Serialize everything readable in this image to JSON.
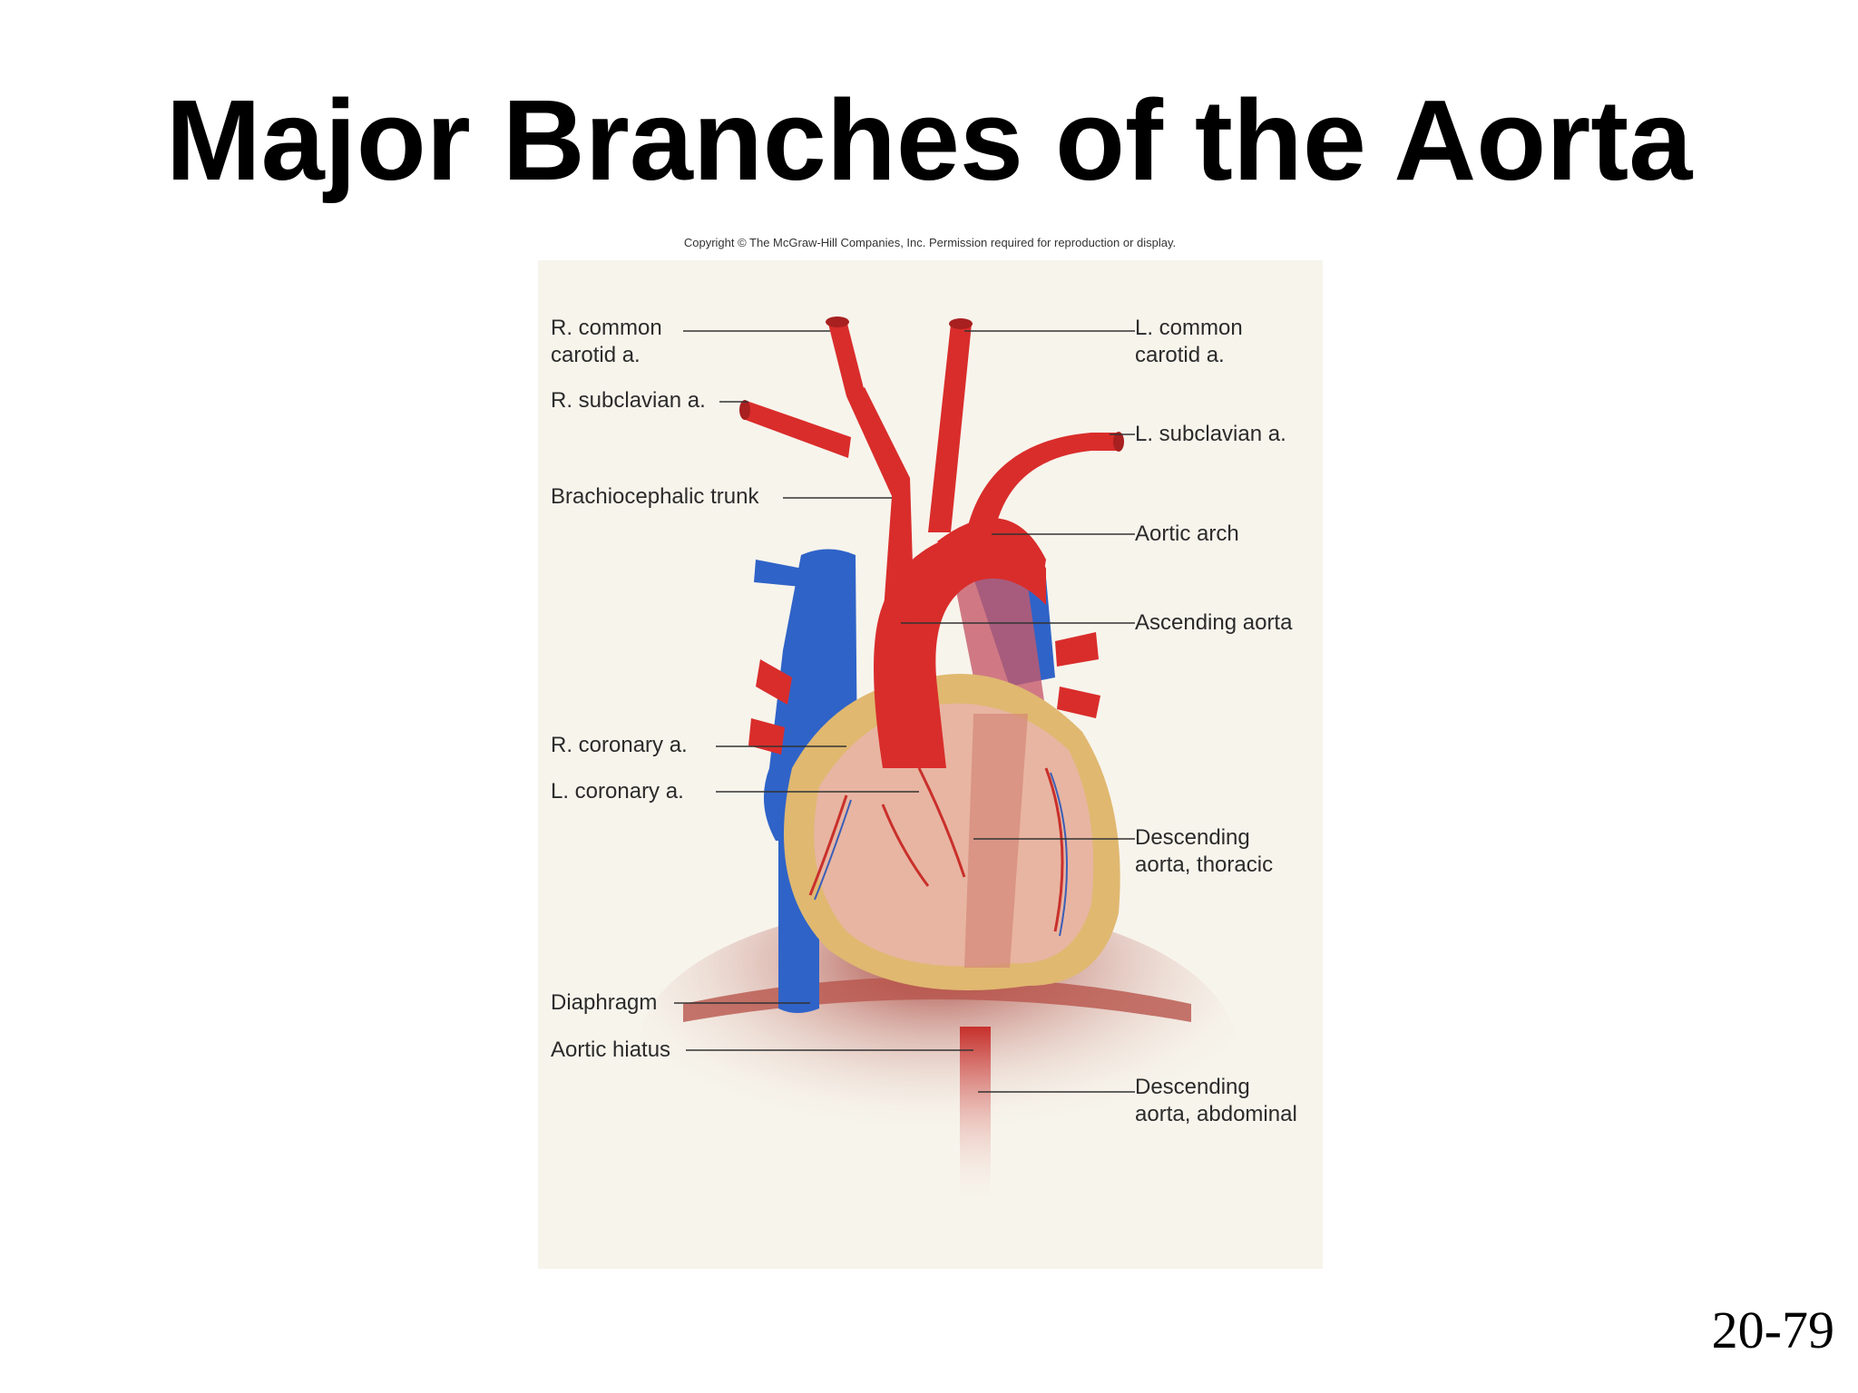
{
  "slide": {
    "title": "Major Branches of the Aorta",
    "copyright": "Copyright © The McGraw-Hill Companies, Inc. Permission required for reproduction or display.",
    "page_number": "20-79"
  },
  "labels": {
    "r_common_carotid": "R. common\ncarotid a.",
    "r_subclavian": "R. subclavian a.",
    "brachiocephalic_trunk": "Brachiocephalic trunk",
    "r_coronary": "R. coronary a.",
    "l_coronary": "L. coronary a.",
    "diaphragm": "Diaphragm",
    "aortic_hiatus": "Aortic hiatus",
    "l_common_carotid": "L. common\ncarotid a.",
    "l_subclavian": "L. subclavian a.",
    "aortic_arch": "Aortic arch",
    "ascending_aorta": "Ascending aorta",
    "descending_thoracic": "Descending\naorta, thoracic",
    "descending_abdominal": "Descending\naorta, abdominal"
  },
  "colors": {
    "artery": "#d92d2b",
    "vein": "#2f63c8",
    "heart_muscle": "#e7b3a0",
    "fat": "#e0b870",
    "diaphragm": "#b85a50"
  }
}
